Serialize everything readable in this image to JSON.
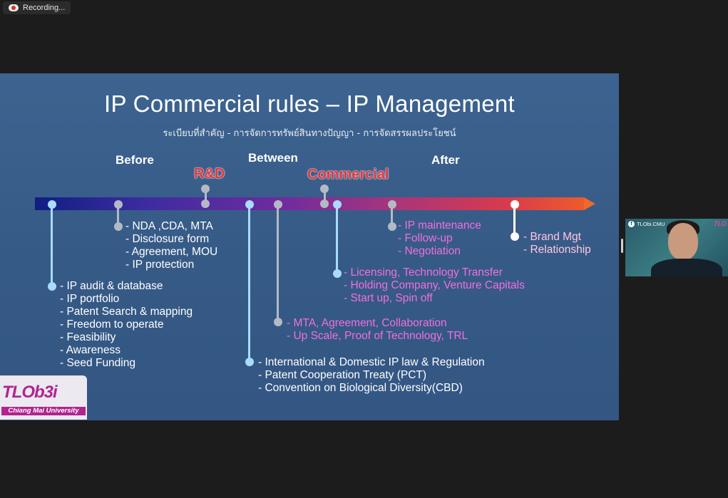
{
  "recording": {
    "label": "Recording..."
  },
  "slide": {
    "title": "IP Commercial rules – IP Management",
    "subtitle": "ระเบียบที่สำคัญ - การจัดการทรัพย์สินทางปัญญา - การจัดสรรผลประโยชน์",
    "phases": {
      "before": "Before",
      "rd": "R&D",
      "between": "Between",
      "commercial": "Commercial",
      "after": "After"
    },
    "lists": {
      "audit": [
        "- IP audit & database",
        "- IP portfolio",
        "- Patent Search & mapping",
        "- Freedom to operate",
        "- Feasibility",
        "- Awareness",
        "- Seed Funding"
      ],
      "nda": [
        "- NDA ,CDA, MTA",
        "- Disclosure form",
        "- Agreement, MOU",
        "- IP protection"
      ],
      "international": [
        "- International & Domestic  IP law & Regulation",
        "- Patent Cooperation Treaty (PCT)",
        "- Convention on Biological Diversity(CBD)"
      ],
      "mta": [
        "- MTA, Agreement, Collaboration",
        "- Up Scale, Proof of Technology, TRL"
      ],
      "licensing": [
        "- Licensing, Technology Transfer",
        "- Holding Company, Venture Capitals",
        "- Start up, Spin off"
      ],
      "maintenance": [
        "- IP maintenance",
        "- Follow-up",
        "- Negotiation"
      ],
      "brand": [
        "- Brand Mgt",
        "- Relationship"
      ]
    },
    "logo": {
      "name": "TLOb3i",
      "university": "Chiang Mai University"
    }
  },
  "video": {
    "label": "TLObi.CMU",
    "brand": "TLO"
  },
  "colors": {
    "slide_bg": "#3a608d",
    "accent_red": "#e8343b",
    "text_pink": "#f06fe0",
    "text_light_pink": "#ffc7e1"
  }
}
